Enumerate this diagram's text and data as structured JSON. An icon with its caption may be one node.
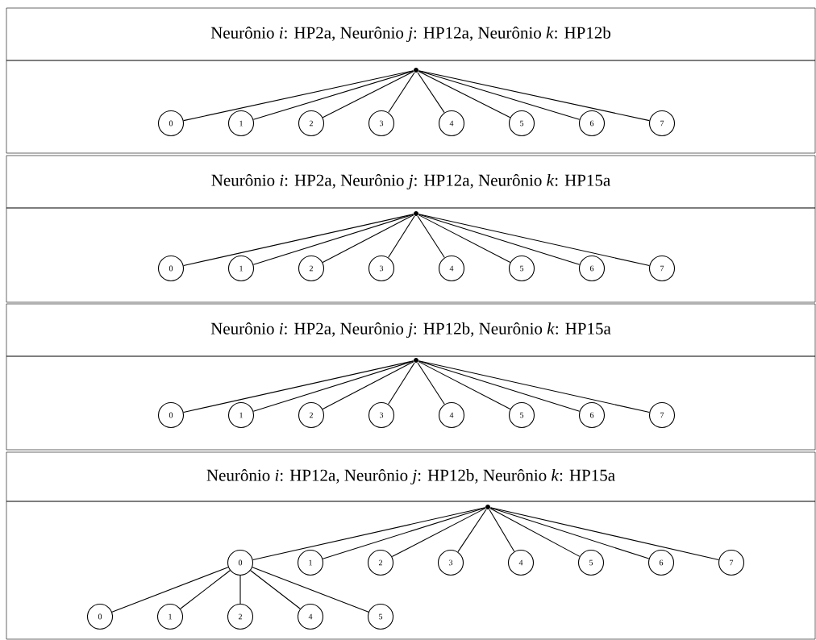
{
  "diagram": {
    "nodes": [
      {
        "text": [
          "Neurônio *i*: HP2a, Neurônio *j*: HP12a, Neurônio *k*: HP12b"
        ]
      },
      {
        "text": [],
        "shape": "box"
      },
      {
        "text": [],
        "shape": "circle",
        "in": 1
      },
      {
        "text": [
          "0"
        ],
        "in": 1
      },
      {
        "text": [
          "1"
        ],
        "in": 1
      },
      {
        "text": [
          "2"
        ],
        "in": 1
      },
      {
        "text": [
          "3"
        ],
        "in": 1
      },
      {
        "text": [
          "4"
        ],
        "in": 1
      },
      {
        "text": [
          "5"
        ],
        "in": 1
      },
      {
        "text": [
          "6"
        ],
        "in": 1
      },
      {
        "text": [
          "7"
        ],
        "in": 1
      },
      {
        "text": [
          "Neurônio *i*: HP2a, Neurônio *j*: HP12a, Neurônio *k*: HP15a"
        ]
      },
      {
        "text": [],
        "shape": "box"
      },
      {
        "text": [],
        "shape": "circle",
        "in": 12
      },
      {
        "text": [
          "0"
        ],
        "in": 12
      },
      {
        "text": [
          "1"
        ],
        "in": 12
      },
      {
        "text": [
          "2"
        ],
        "in": 12
      },
      {
        "text": [
          "3"
        ],
        "in": 12
      },
      {
        "text": [
          "4"
        ],
        "in": 12
      },
      {
        "text": [
          "5"
        ],
        "in": 12
      },
      {
        "text": [
          "6"
        ],
        "in": 12
      },
      {
        "text": [
          "7"
        ],
        "in": 12
      },
      {
        "text": [
          "Neurônio *i*: HP2a, Neurônio *j*: HP12b, Neurônio *k*: HP15a"
        ]
      },
      {
        "text": [],
        "shape": "box"
      },
      {
        "text": [],
        "shape": "circle",
        "in": 23
      },
      {
        "text": [
          "0"
        ],
        "in": 23
      },
      {
        "text": [
          "1"
        ],
        "in": 23
      },
      {
        "text": [
          "2"
        ],
        "in": 23
      },
      {
        "text": [
          "3"
        ],
        "in": 23
      },
      {
        "text": [
          "4"
        ],
        "in": 23
      },
      {
        "text": [
          "5"
        ],
        "in": 23
      },
      {
        "text": [
          "6"
        ],
        "in": 23
      },
      {
        "text": [
          "7"
        ],
        "in": 23
      },
      {
        "text": [
          "Neurônio *i*: HP12a, Neurônio *j*: HP12b, Neurônio *k*: HP15a"
        ]
      },
      {
        "text": [],
        "shape": "box"
      },
      {
        "text": [],
        "shape": "circle",
        "in": 34
      },
      {
        "text": [
          "0"
        ],
        "in": 34
      },
      {
        "text": [
          "1"
        ],
        "in": 34
      },
      {
        "text": [
          "2"
        ],
        "in": 34
      },
      {
        "text": [
          "3"
        ],
        "in": 34
      },
      {
        "text": [
          "4"
        ],
        "in": 34
      },
      {
        "text": [
          "5"
        ],
        "in": 34
      },
      {
        "text": [
          "6"
        ],
        "in": 34
      },
      {
        "text": [
          "7"
        ],
        "in": 34
      },
      {
        "text": [
          "0"
        ],
        "in": 34
      },
      {
        "text": [
          "1"
        ],
        "in": 34
      },
      {
        "text": [
          "2"
        ],
        "in": 34
      },
      {
        "text": [
          "4"
        ],
        "in": 34
      },
      {
        "text": [
          "5"
        ],
        "in": 34
      }
    ],
    "edges": [
      {
        "from": 2,
        "to": 3,
        "arrow": "none"
      },
      {
        "from": 2,
        "to": 4,
        "arrow": "none"
      },
      {
        "from": 2,
        "to": 5,
        "arrow": "none"
      },
      {
        "from": 2,
        "to": 6,
        "arrow": "none"
      },
      {
        "from": 2,
        "to": 7,
        "arrow": "none"
      },
      {
        "from": 2,
        "to": 8,
        "arrow": "none"
      },
      {
        "from": 2,
        "to": 9,
        "arrow": "none"
      },
      {
        "from": 2,
        "to": 10,
        "arrow": "none"
      },
      {
        "from": 13,
        "to": 14,
        "arrow": "none"
      },
      {
        "from": 13,
        "to": 15,
        "arrow": "none"
      },
      {
        "from": 13,
        "to": 16,
        "arrow": "none"
      },
      {
        "from": 13,
        "to": 17,
        "arrow": "none"
      },
      {
        "from": 13,
        "to": 18,
        "arrow": "none"
      },
      {
        "from": 13,
        "to": 19,
        "arrow": "none"
      },
      {
        "from": 13,
        "to": 20,
        "arrow": "none"
      },
      {
        "from": 13,
        "to": 21,
        "arrow": "none"
      },
      {
        "from": 24,
        "to": 25,
        "arrow": "none"
      },
      {
        "from": 24,
        "to": 26,
        "arrow": "none"
      },
      {
        "from": 24,
        "to": 27,
        "arrow": "none"
      },
      {
        "from": 24,
        "to": 28,
        "arrow": "none"
      },
      {
        "from": 24,
        "to": 29,
        "arrow": "none"
      },
      {
        "from": 24,
        "to": 30,
        "arrow": "none"
      },
      {
        "from": 24,
        "to": 31,
        "arrow": "none"
      },
      {
        "from": 24,
        "to": 32,
        "arrow": "none"
      },
      {
        "from": 35,
        "to": 36,
        "arrow": "none"
      },
      {
        "from": 35,
        "to": 37,
        "arrow": "none"
      },
      {
        "from": 35,
        "to": 38,
        "arrow": "none"
      },
      {
        "from": 35,
        "to": 39,
        "arrow": "none"
      },
      {
        "from": 35,
        "to": 40,
        "arrow": "none"
      },
      {
        "from": 35,
        "to": 41,
        "arrow": "none"
      },
      {
        "from": 35,
        "to": 42,
        "arrow": "none"
      },
      {
        "from": 35,
        "to": 43,
        "arrow": "none"
      },
      {
        "from": 36,
        "to": 44,
        "arrow": "none"
      },
      {
        "from": 36,
        "to": 45,
        "arrow": "none"
      },
      {
        "from": 36,
        "to": 46,
        "arrow": "none"
      },
      {
        "from": 36,
        "to": 47,
        "arrow": "none"
      },
      {
        "from": 36,
        "to": 48,
        "arrow": "none"
      }
    ]
  }
}
